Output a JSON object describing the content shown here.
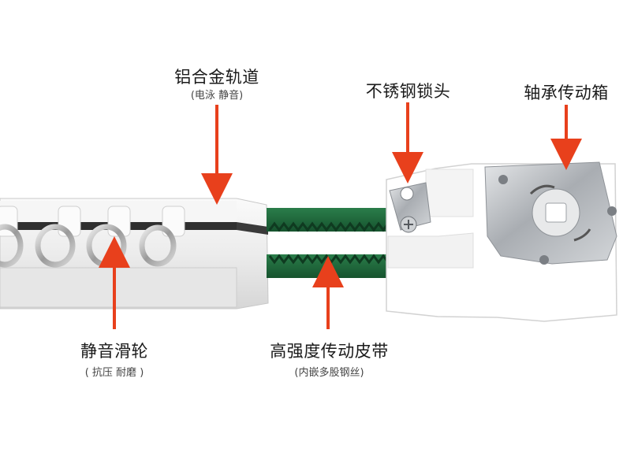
{
  "labels": {
    "track": {
      "title": "铝合金轨道",
      "sub": "(电泳 静音)"
    },
    "lock": {
      "title": "不锈钢锁头"
    },
    "gearbox": {
      "title": "轴承传动箱"
    },
    "pulley": {
      "title": "静音滑轮",
      "sub": "( 抗压 耐磨 )"
    },
    "belt": {
      "title": "高强度传动皮带",
      "sub": "(内嵌多股钢丝)"
    }
  },
  "colors": {
    "arrow": "#e8401c",
    "belt": "#1f6b3d",
    "track": "#f1f1f1",
    "metal": "#b9bdc2"
  }
}
